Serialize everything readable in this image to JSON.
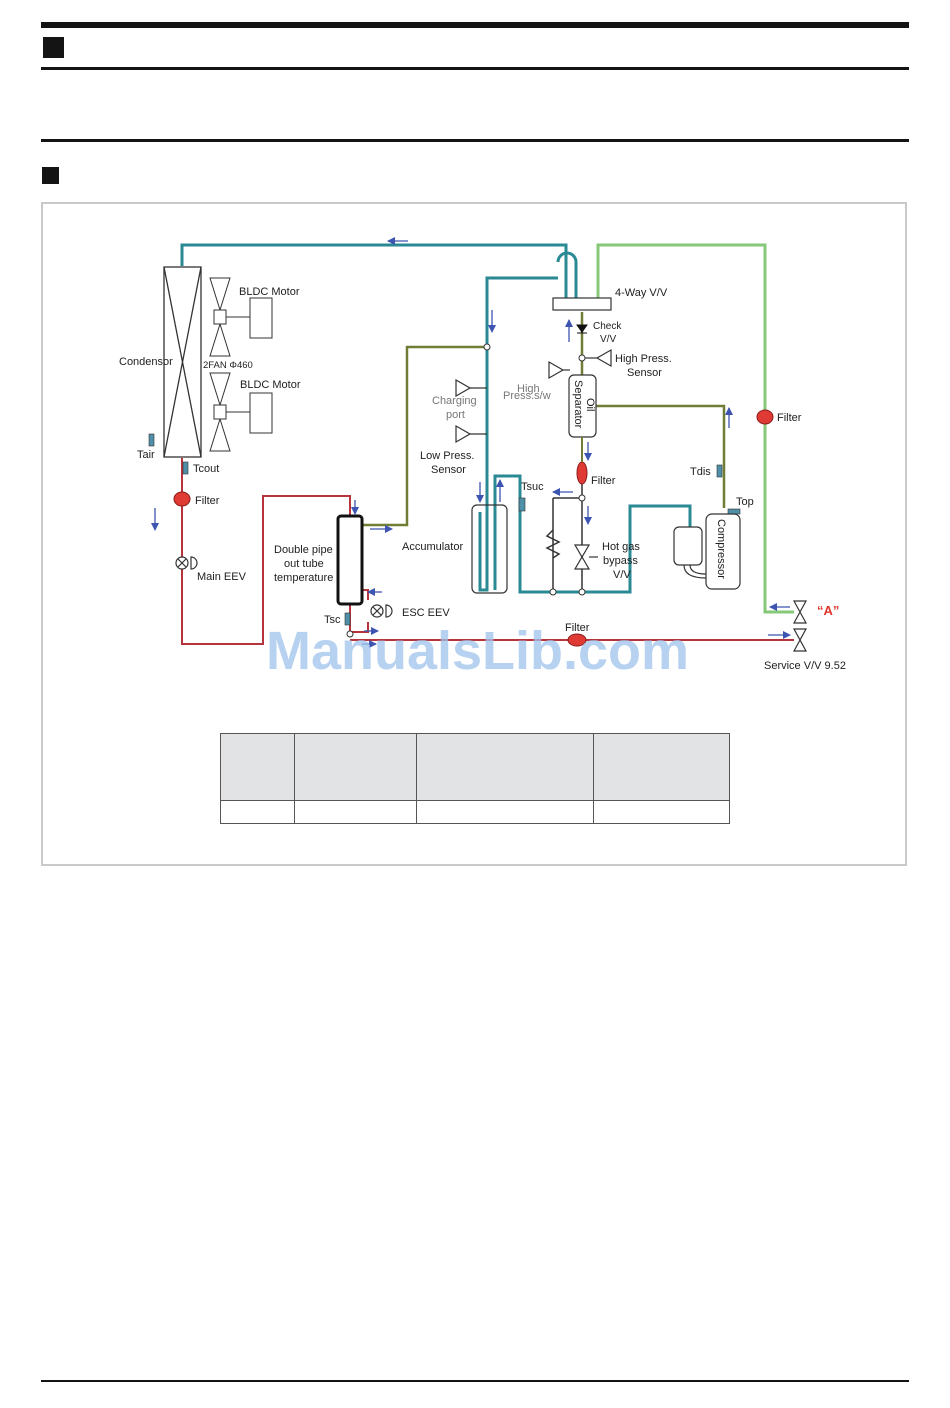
{
  "header": {
    "title": "",
    "subtitle": "",
    "section_title": ""
  },
  "diagram": {
    "labels": {
      "condensor": "Condensor",
      "bldc_motor_top": "BLDC Motor",
      "bldc_motor_bottom": "BLDC Motor",
      "fan": "2FAN Φ460",
      "tair": "Tair",
      "tcout": "Tcout",
      "filter_left": "Filter",
      "main_eev": "Main EEV",
      "double_pipe_1": "Double pipe",
      "double_pipe_2": "out tube",
      "double_pipe_3": "temperature",
      "tsc": "Tsc",
      "esc_eev": "ESC EEV",
      "charging_port_1": "Charging",
      "charging_port_2": "port",
      "low_press_1": "Low Press.",
      "low_press_2": "Sensor",
      "accumulator": "Accumulator",
      "tsuc": "Tsuc",
      "high_press_sw_1": "High",
      "high_press_sw_2": "Press.s/w",
      "oil_separator_1": "Oil",
      "oil_separator_2": "Separator",
      "four_way": "4-Way V/V",
      "check_vv_1": "Check",
      "check_vv_2": "V/V",
      "high_press_sensor_1": "High Press.",
      "high_press_sensor_2": "Sensor",
      "filter_mid": "Filter",
      "hot_gas_1": "Hot gas",
      "hot_gas_2": "bypass",
      "hot_gas_3": "V/V",
      "tdis": "Tdis",
      "top": "Top",
      "compressor": "Compressor",
      "filter_right": "Filter",
      "filter_bottom": "Filter",
      "point_a": "“A”",
      "service_vv": "Service V/V 9.52",
      "watermark": "ManualsLib.com"
    },
    "colors": {
      "teal_pipe": "#2a8a94",
      "green_pipe": "#86c878",
      "olive_pipe": "#6f7d35",
      "red_pipe": "#b8343c",
      "filter_red": "#e03a35",
      "flow_arrow": "#3d55b0",
      "sensor": "#4f8fa8"
    }
  },
  "table": {
    "headers": [
      "",
      "",
      "",
      ""
    ],
    "rows": [
      [
        "",
        "",
        "",
        ""
      ]
    ]
  }
}
